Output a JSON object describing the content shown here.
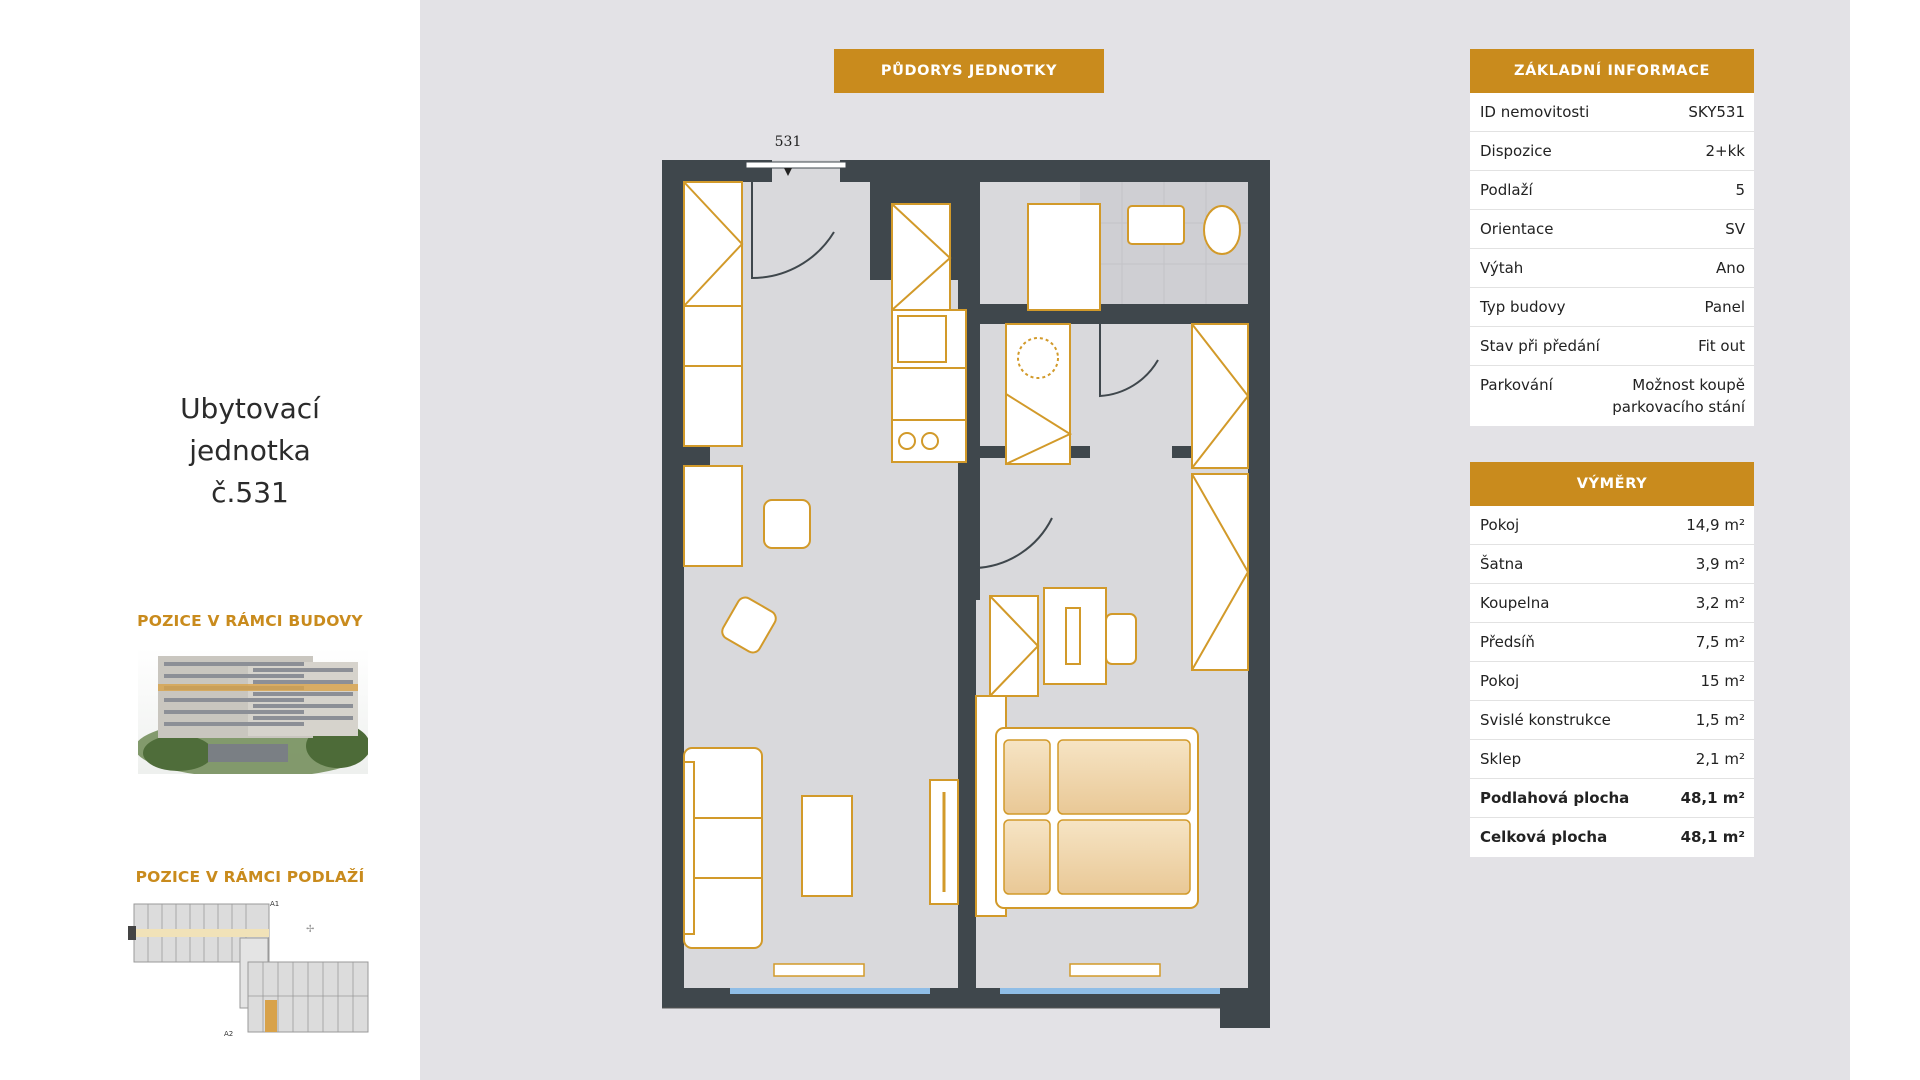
{
  "unit": {
    "title_lines": [
      "Ubytovací",
      "jednotka",
      "č.531"
    ]
  },
  "side": {
    "building_heading": "POZICE V RÁMCI BUDOVY",
    "floor_heading": "POZICE V RÁMCI PODLAŽÍ",
    "floor_labels": [
      "A1",
      "A2"
    ]
  },
  "plan": {
    "banner": "PŮDORYS JEDNOTKY",
    "door_number": "531"
  },
  "basic_info": {
    "banner": "ZÁKLADNÍ INFORMACE",
    "rows": [
      {
        "label": "ID nemovitosti",
        "value": "SKY531"
      },
      {
        "label": "Dispozice",
        "value": "2+kk"
      },
      {
        "label": "Podlaží",
        "value": "5"
      },
      {
        "label": "Orientace",
        "value": "SV"
      },
      {
        "label": "Výtah",
        "value": "Ano"
      },
      {
        "label": "Typ budovy",
        "value": "Panel"
      },
      {
        "label": "Stav při předání",
        "value": "Fit out"
      },
      {
        "label": "Parkování",
        "value": "Možnost koupě parkovacího stání"
      }
    ]
  },
  "areas": {
    "banner": "VÝMĚRY",
    "rows": [
      {
        "label": "Pokoj",
        "value": "14,9 m²"
      },
      {
        "label": "Šatna",
        "value": "3,9 m²"
      },
      {
        "label": "Koupelna",
        "value": "3,2 m²"
      },
      {
        "label": "Předsíň",
        "value": "7,5 m²"
      },
      {
        "label": "Pokoj",
        "value": "15 m²"
      },
      {
        "label": "Svislé konstrukce",
        "value": "1,5 m²"
      },
      {
        "label": "Sklep",
        "value": "2,1 m²"
      },
      {
        "label": "Podlahová plocha",
        "value": "48,1 m²"
      },
      {
        "label": "Celková plocha",
        "value": "48,1 m²"
      }
    ]
  },
  "colors": {
    "accent": "#c98b1d",
    "wall": "#3f474c",
    "furniture": "#d29a2a",
    "floor": "#d9d9dc",
    "window": "#8fbde6"
  }
}
